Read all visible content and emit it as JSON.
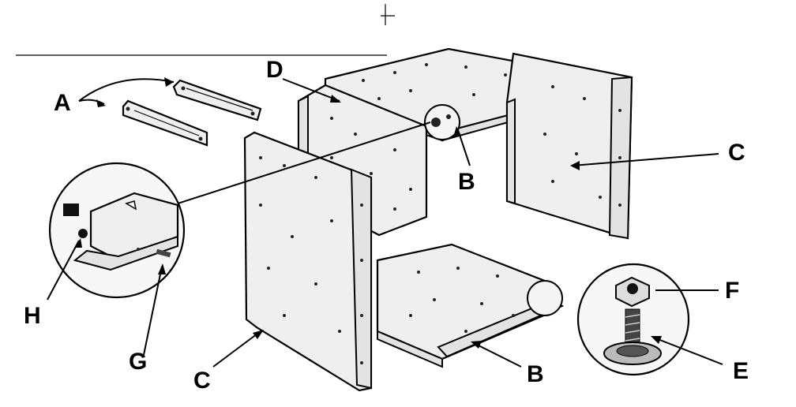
{
  "labels": {
    "A": "A",
    "B_top": "B",
    "B_bottom": "B",
    "C_right": "C",
    "C_bottom": "C",
    "D": "D",
    "E": "E",
    "F": "F",
    "G": "G",
    "H": "H"
  }
}
